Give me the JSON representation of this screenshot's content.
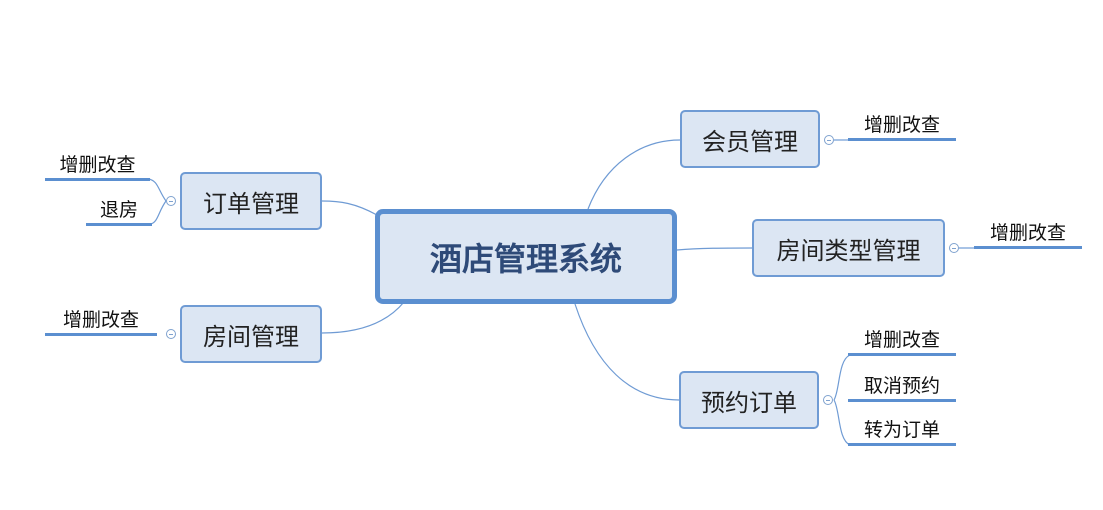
{
  "root": {
    "label": "酒店管理系统"
  },
  "branches": [
    {
      "id": "order",
      "label": "订单管理",
      "children": [
        "增删改查",
        "退房"
      ]
    },
    {
      "id": "room",
      "label": "房间管理",
      "children": [
        "增删改查"
      ]
    },
    {
      "id": "member",
      "label": "会员管理",
      "children": [
        "增删改查"
      ]
    },
    {
      "id": "roomtype",
      "label": "房间类型管理",
      "children": [
        "增删改查"
      ]
    },
    {
      "id": "booking",
      "label": "预约订单",
      "children": [
        "增删改查",
        "取消预约",
        "转为订单"
      ]
    }
  ],
  "colors": {
    "accent": "#5b8fd0",
    "fill": "#dce6f3",
    "root_text": "#2e4a78"
  }
}
